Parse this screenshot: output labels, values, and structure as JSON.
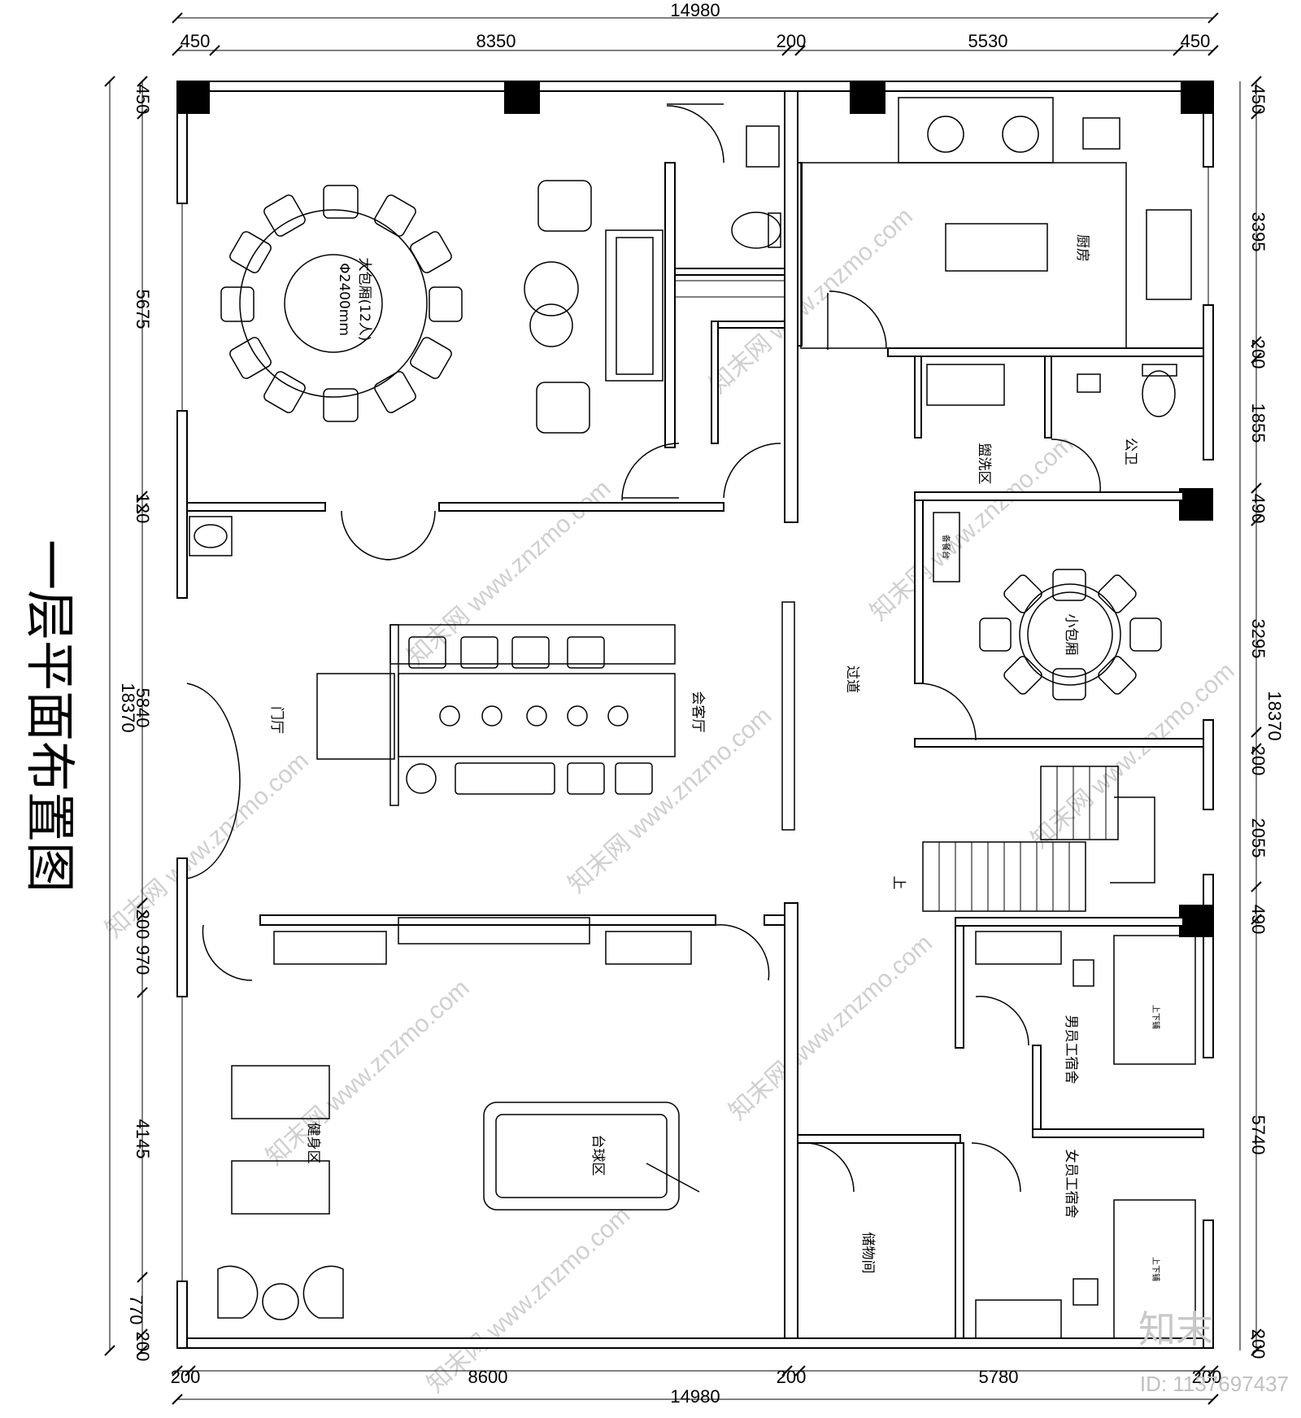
{
  "title": "一层平面布置图",
  "dims": {
    "top_total": "14980",
    "top_segments": [
      "450",
      "8350",
      "200",
      "5530",
      "450"
    ],
    "bottom_total": "14980",
    "bottom_segments": [
      "200",
      "8600",
      "200",
      "5780",
      "200"
    ],
    "left_total": "18370",
    "left_segments": [
      "450",
      "5675",
      "120",
      "5840",
      "200",
      "970",
      "4145",
      "770",
      "200"
    ],
    "right_total": "18370",
    "right_segments": [
      "450",
      "3395",
      "200",
      "1855",
      "490",
      "3295",
      "200",
      "2055",
      "490",
      "5740",
      "200"
    ]
  },
  "rooms": {
    "big_private_room": "大包厢(12人)",
    "big_table_size": "Φ2400mm",
    "kitchen": "厨房",
    "washing_area": "盥洗区",
    "public_toilet": "公卫",
    "small_private_room": "小包厢",
    "side_table": "备餐台",
    "corridor": "过道",
    "entrance_hall": "门厅",
    "meeting_room": "会客厅",
    "stair_up": "上",
    "male_dorm": "男员工宿舍",
    "female_dorm": "女员工宿舍",
    "bunk_bed_1": "上下铺",
    "bunk_bed_2": "上下铺",
    "storage": "储物间",
    "fitness_area": "健身区",
    "billiards_area": "台球区"
  },
  "watermark": "知末网 www.znzmo.com",
  "brand": "知末",
  "image_id": "ID: 1137697437"
}
